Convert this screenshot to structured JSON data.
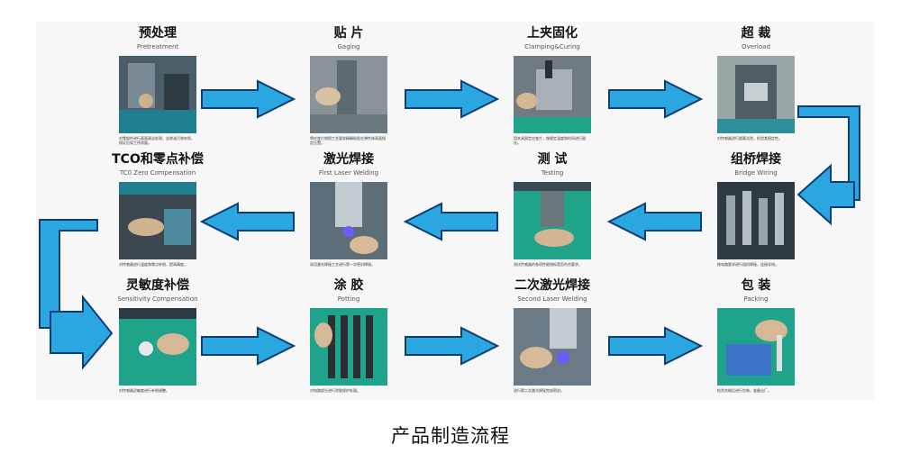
{
  "steps": [
    {
      "title": "预处理",
      "sub": "Pretreatment",
      "caption": "对零部件进行表面清洁处理，去除油污和杂质，保证后续工序质量。"
    },
    {
      "title": "贴 片",
      "sub": "Gaging",
      "caption": "将应变片按照工艺要求精确粘贴在弹性体表面指定位置。"
    },
    {
      "title": "上夹固化",
      "sub": "Clamping&Curing",
      "caption": "用夹具固定应变片，按规定温度和时间进行固化。"
    },
    {
      "title": "超 裁",
      "sub": "Overload",
      "caption": "对传感器进行超载试验，检验其稳定性。"
    },
    {
      "title": "组桥焊接",
      "sub": "Bridge Wiring",
      "caption": "按电路要求进行组桥焊接，连接导线。"
    },
    {
      "title": "测 试",
      "sub": "Testing",
      "caption": "测试传感器的各项性能指标是否符合要求。"
    },
    {
      "title": "激光焊接",
      "sub": "First Laser Welding",
      "caption": "采用激光焊接工艺进行第一次密封焊接。"
    },
    {
      "title": "TCO和零点补偿",
      "sub": "TC0 Zero Compensation",
      "caption": "对传感器进行温度和零点补偿，提高精度。"
    },
    {
      "title": "灵敏度补偿",
      "sub": "Sensitivity Compensation",
      "caption": "对传感器灵敏度进行补偿调整。"
    },
    {
      "title": "涂 胶",
      "sub": "Potting",
      "caption": "对电路部分进行涂胶保护处理。"
    },
    {
      "title": "二次激光焊接",
      "sub": "Second Laser Welding",
      "caption": "进行第二次激光焊接完成密封。"
    },
    {
      "title": "包 装",
      "sub": "Packing",
      "caption": "检验合格后进行包装，准备出厂。"
    }
  ],
  "footer": "产品制造流程",
  "colors": {
    "arrow_fill": "#2aa6e0",
    "arrow_edge": "#0f3d78",
    "photo_bg": "#3a4a55",
    "photo_green": "#1fa38a"
  }
}
